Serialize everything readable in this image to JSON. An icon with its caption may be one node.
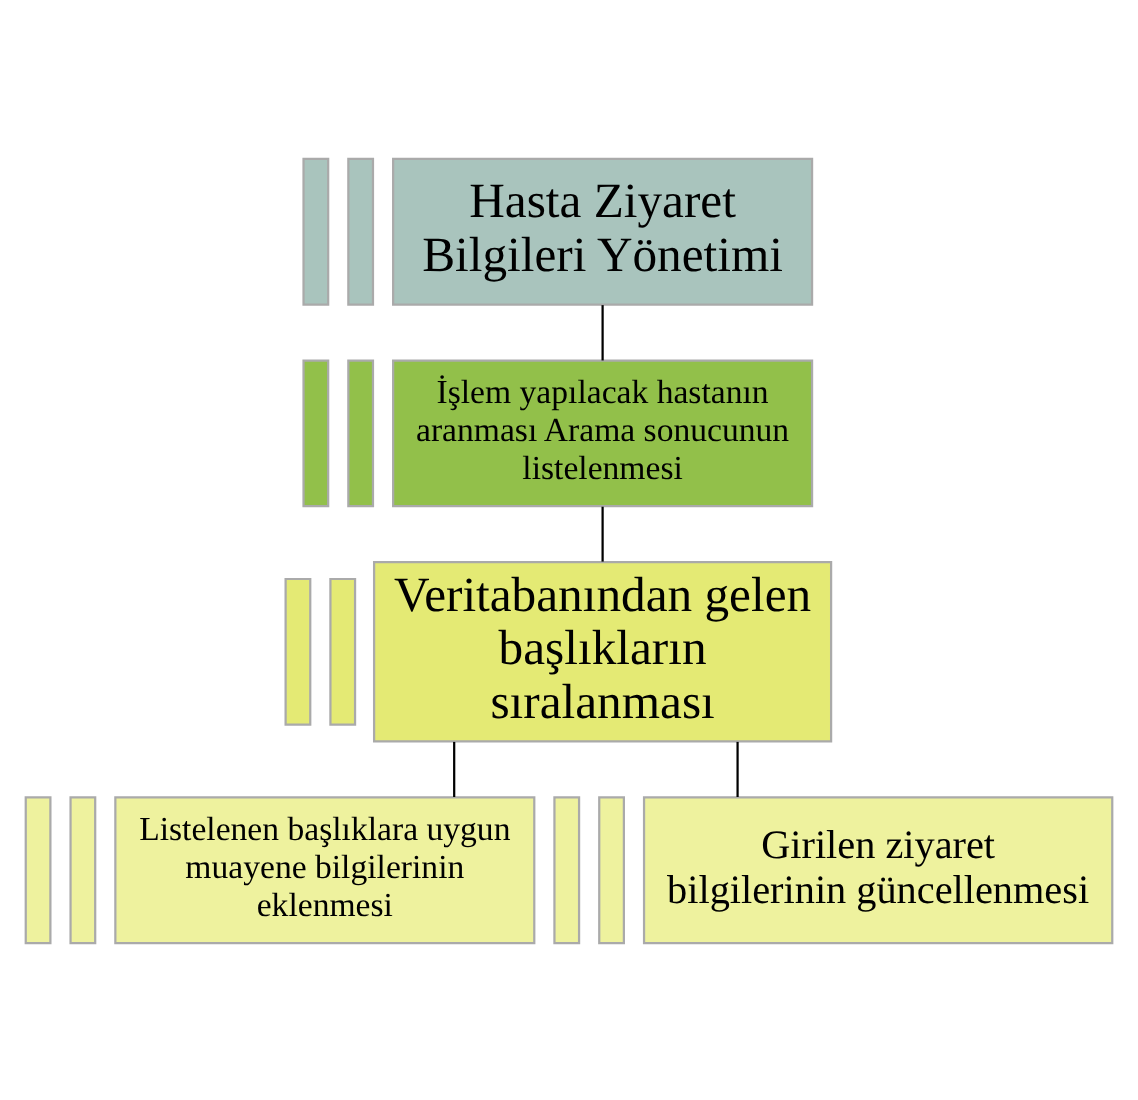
{
  "diagram": {
    "nodes": [
      {
        "text": [],
        "shape": "bar"
      },
      {
        "text": [],
        "shape": "bar"
      },
      {
        "text": [
          "Hasta Ziyaret Bilgileri Yönetimi"
        ]
      },
      {
        "text": [],
        "shape": "bar"
      },
      {
        "text": [],
        "shape": "bar"
      },
      {
        "text": [
          "İşlem yapılacak hastanın aranması Arama sonucunun listelenmesi"
        ]
      },
      {
        "text": [],
        "shape": "bar"
      },
      {
        "text": [],
        "shape": "bar"
      },
      {
        "text": [
          "Veritabanından gelen başlıkların sıralanması"
        ]
      },
      {
        "text": [],
        "shape": "bar"
      },
      {
        "text": [],
        "shape": "bar"
      },
      {
        "text": [
          "Listelenen başlıklara uygun muayene bilgilerinin eklenmesi"
        ]
      },
      {
        "text": [],
        "shape": "bar"
      },
      {
        "text": [],
        "shape": "bar"
      },
      {
        "text": [
          "Girilen ziyaret bilgilerinin güncellenmesi"
        ]
      }
    ],
    "edges": [
      {
        "from": 2,
        "to": 5,
        "arrow": "none"
      },
      {
        "from": 5,
        "to": 8,
        "arrow": "none"
      },
      {
        "from": 8,
        "to": 11,
        "arrow": "none"
      },
      {
        "from": 8,
        "to": 14,
        "arrow": "none"
      }
    ]
  }
}
